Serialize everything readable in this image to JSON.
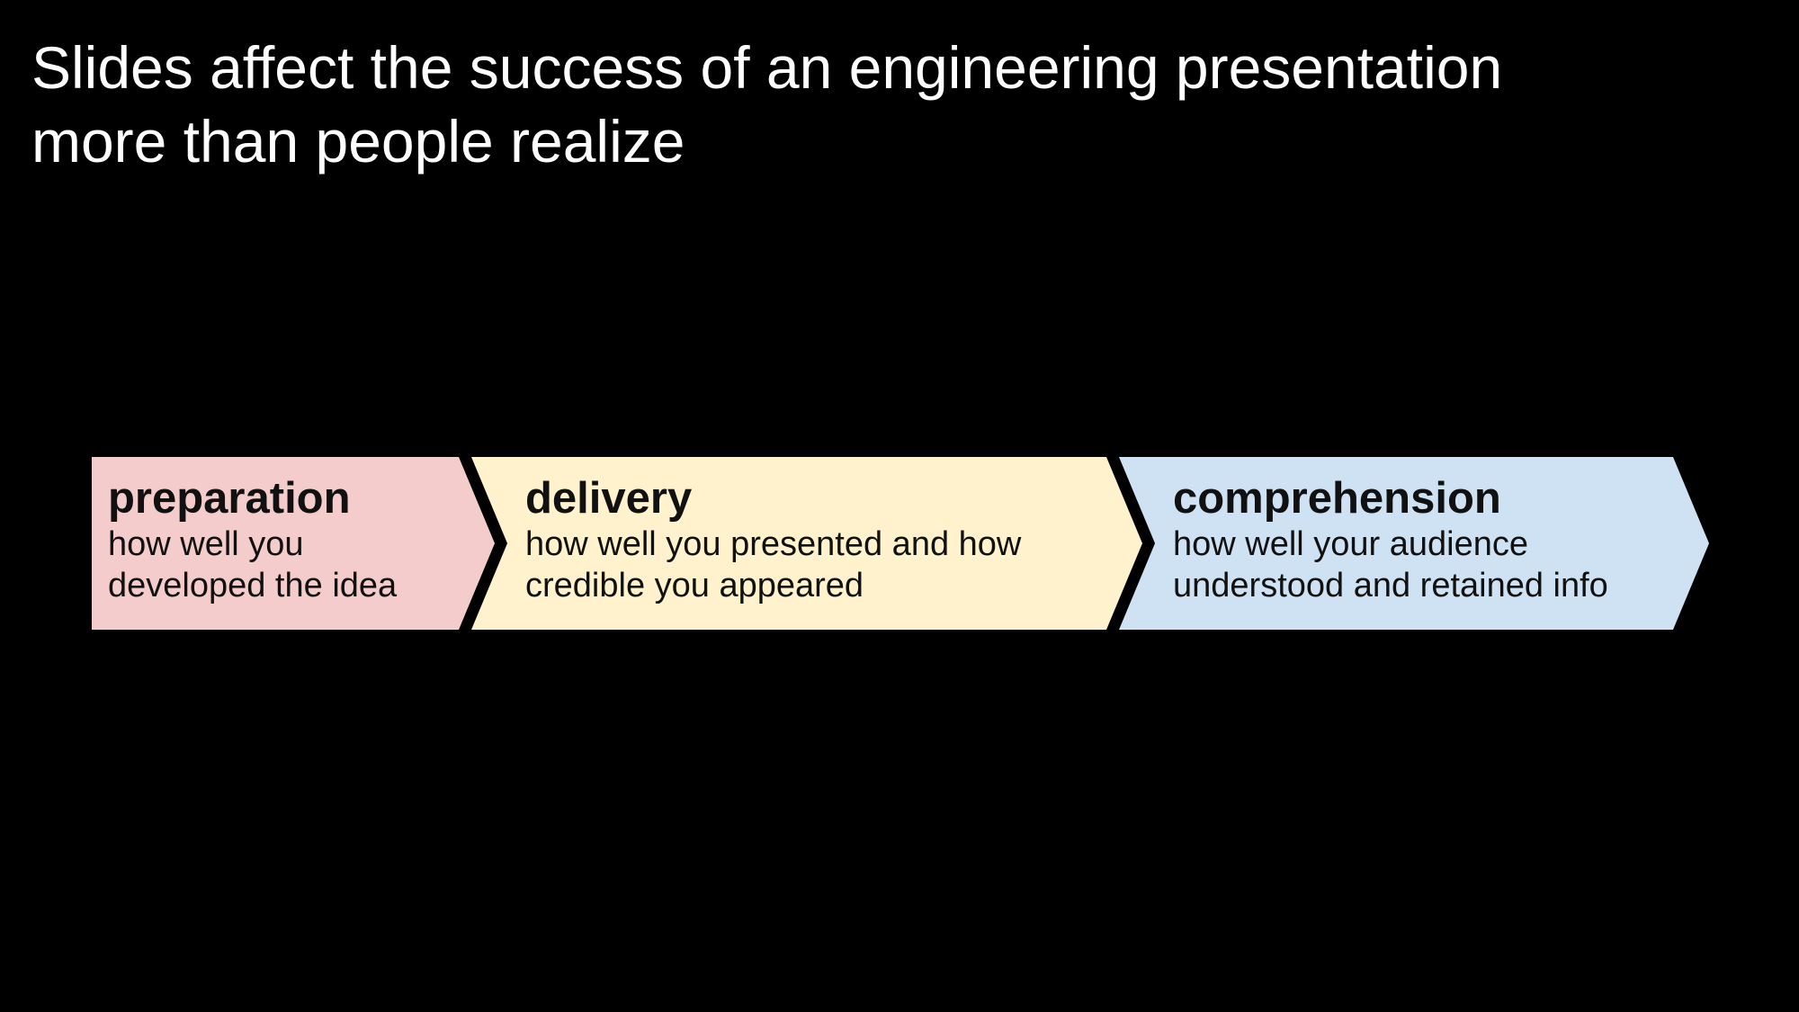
{
  "slide": {
    "title_line1": "Slides affect the success of an engineering presentation",
    "title_line2": "more than people realize"
  },
  "stages": [
    {
      "name": "preparation",
      "desc_line1": "how well you",
      "desc_line2": "developed the idea",
      "color": "#f4cccc"
    },
    {
      "name": "delivery",
      "desc_line1": "how well you presented and how",
      "desc_line2": "credible you appeared",
      "color": "#fff2cc"
    },
    {
      "name": "comprehension",
      "desc_line1": "how well your audience",
      "desc_line2": "understood and retained info",
      "color": "#cfe2f3"
    }
  ],
  "background_color": "#000000"
}
